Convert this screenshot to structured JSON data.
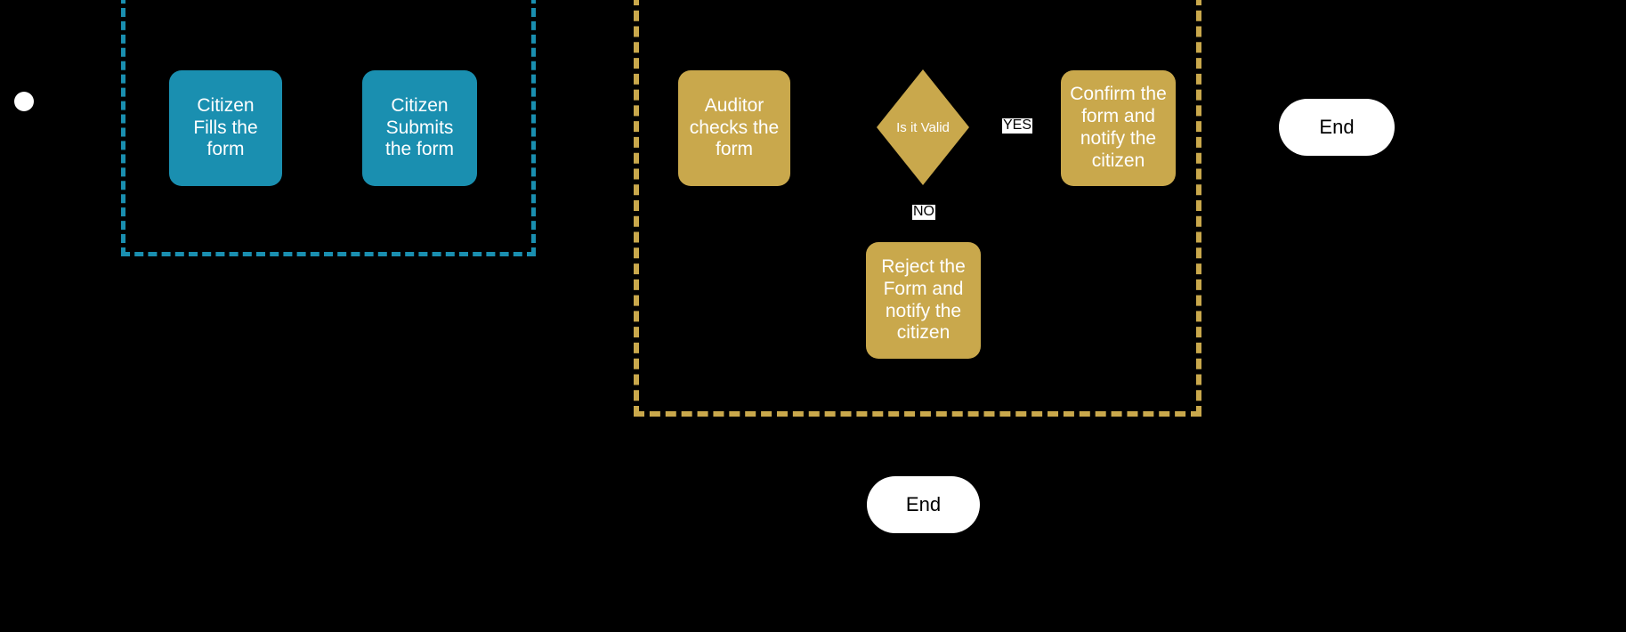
{
  "diagram": {
    "type": "flowchart",
    "background": "#000000",
    "palette": {
      "citizen_fill": "#1a8fb0",
      "auditor_fill": "#c9a84c",
      "event_fill": "#ffffff",
      "label_text": "#000000",
      "node_text": "#ffffff"
    },
    "groups": [
      {
        "id": "citizen-group",
        "border_color": "#1a8fb0",
        "border_style": "dashed"
      },
      {
        "id": "auditor-group",
        "border_color": "#c9a84c",
        "border_style": "dashed"
      }
    ],
    "nodes": {
      "start": {
        "label": "",
        "shape": "circle"
      },
      "citizen_fills": {
        "label": "Citizen Fills the form",
        "shape": "rounded-rect"
      },
      "citizen_submits": {
        "label": "Citizen Submits the form",
        "shape": "rounded-rect"
      },
      "auditor_checks": {
        "label": "Auditor checks the form",
        "shape": "rounded-rect"
      },
      "is_valid": {
        "label": "Is it Valid",
        "shape": "diamond"
      },
      "confirm": {
        "label": "Confirm the form and notify the citizen",
        "shape": "rounded-rect"
      },
      "reject": {
        "label": "Reject the Form and notify the citizen",
        "shape": "rounded-rect"
      },
      "end_right": {
        "label": "End",
        "shape": "stadium"
      },
      "end_bottom": {
        "label": "End",
        "shape": "stadium"
      }
    },
    "edge_labels": {
      "yes": "YES",
      "no": "NO"
    }
  }
}
